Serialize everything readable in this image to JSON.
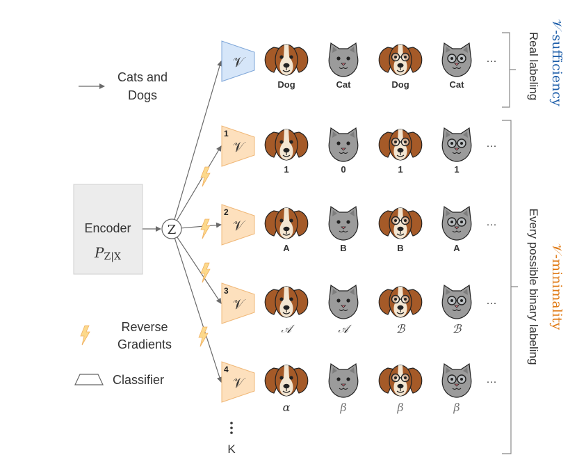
{
  "legend": {
    "arrow_label_line1": "Cats and",
    "arrow_label_line2": "Dogs",
    "reverse_label_line1": "Reverse",
    "reverse_label_line2": "Gradients",
    "classifier_label": "Classifier"
  },
  "encoder": {
    "label": "Encoder",
    "dist_main": "P",
    "dist_sub": "Z|X"
  },
  "z_node": "Z",
  "classifier_symbol": "𝒱",
  "ellipsis": "···",
  "k_label": "K",
  "right": {
    "sufficiency_title": "𝒱-sufficiency",
    "sufficiency_sub": "Real labeling",
    "minimality_title": "𝒱-minimality",
    "minimality_sub": "Every possible binary labeling"
  },
  "rows": [
    {
      "index": "",
      "labels": [
        "Dog",
        "Cat",
        "Dog",
        "Cat"
      ]
    },
    {
      "index": "1",
      "labels": [
        "1",
        "0",
        "1",
        "1"
      ]
    },
    {
      "index": "2",
      "labels": [
        "A",
        "B",
        "B",
        "A"
      ]
    },
    {
      "index": "3",
      "labels": [
        "𝒜",
        "𝒜",
        "ℬ",
        "ℬ"
      ]
    },
    {
      "index": "4",
      "labels": [
        "α",
        "β",
        "β",
        "β"
      ]
    }
  ],
  "colors": {
    "real_classifier": "#d6e6f9",
    "real_classifier_edge": "#7ea6d8",
    "minimal_classifier": "#fde0bd",
    "minimal_classifier_edge": "#f0b878",
    "sufficiency_text": "#1f5faa",
    "minimality_text": "#e07b17",
    "dog_brown": "#a55a28",
    "cat_gray": "#9b9b9b",
    "bolt_fill": "#fcd98c"
  }
}
